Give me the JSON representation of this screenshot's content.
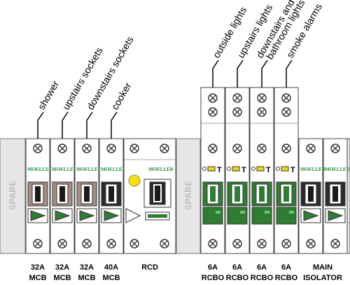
{
  "top_labels": [
    {
      "text": "shower"
    },
    {
      "text": "upstairs sockets"
    },
    {
      "text": "downstairs sockets"
    },
    {
      "text": "cooker"
    },
    {
      "text": "outside lights"
    },
    {
      "text": "upstairs lights"
    },
    {
      "text": "downstairs and"
    },
    {
      "text": "bathroom lights"
    },
    {
      "text": "smoke alarms"
    }
  ],
  "spare_labels": [
    "SPARE",
    "SPARE"
  ],
  "brand": "MOELLER",
  "rcbo_marker": "T",
  "bottom_labels": [
    {
      "line1": "32A",
      "line2": "MCB"
    },
    {
      "line1": "32A",
      "line2": "MCB"
    },
    {
      "line1": "32A",
      "line2": "MCB"
    },
    {
      "line1": "40A",
      "line2": "MCB"
    },
    {
      "line1": "RCD",
      "line2": ""
    },
    {
      "line1": "6A",
      "line2": "RCBO"
    },
    {
      "line1": "6A",
      "line2": "RCBO"
    },
    {
      "line1": "6A",
      "line2": "RCBO"
    },
    {
      "line1": "6A",
      "line2": "RCBO"
    },
    {
      "line1": "MAIN",
      "line2": "ISOLATOR"
    }
  ],
  "colors": {
    "panel": "#e6e6e6",
    "device": "#ffffff",
    "outline": "#444444",
    "mcb_brown": "#a58d86",
    "mcb_black": "#2b2b2b",
    "rcbo_green": "#2f7d32",
    "brand_green": "#1f8a3a",
    "rcd_indicator": "#ffe100",
    "rcbo_indicator": "#f2d80a"
  }
}
